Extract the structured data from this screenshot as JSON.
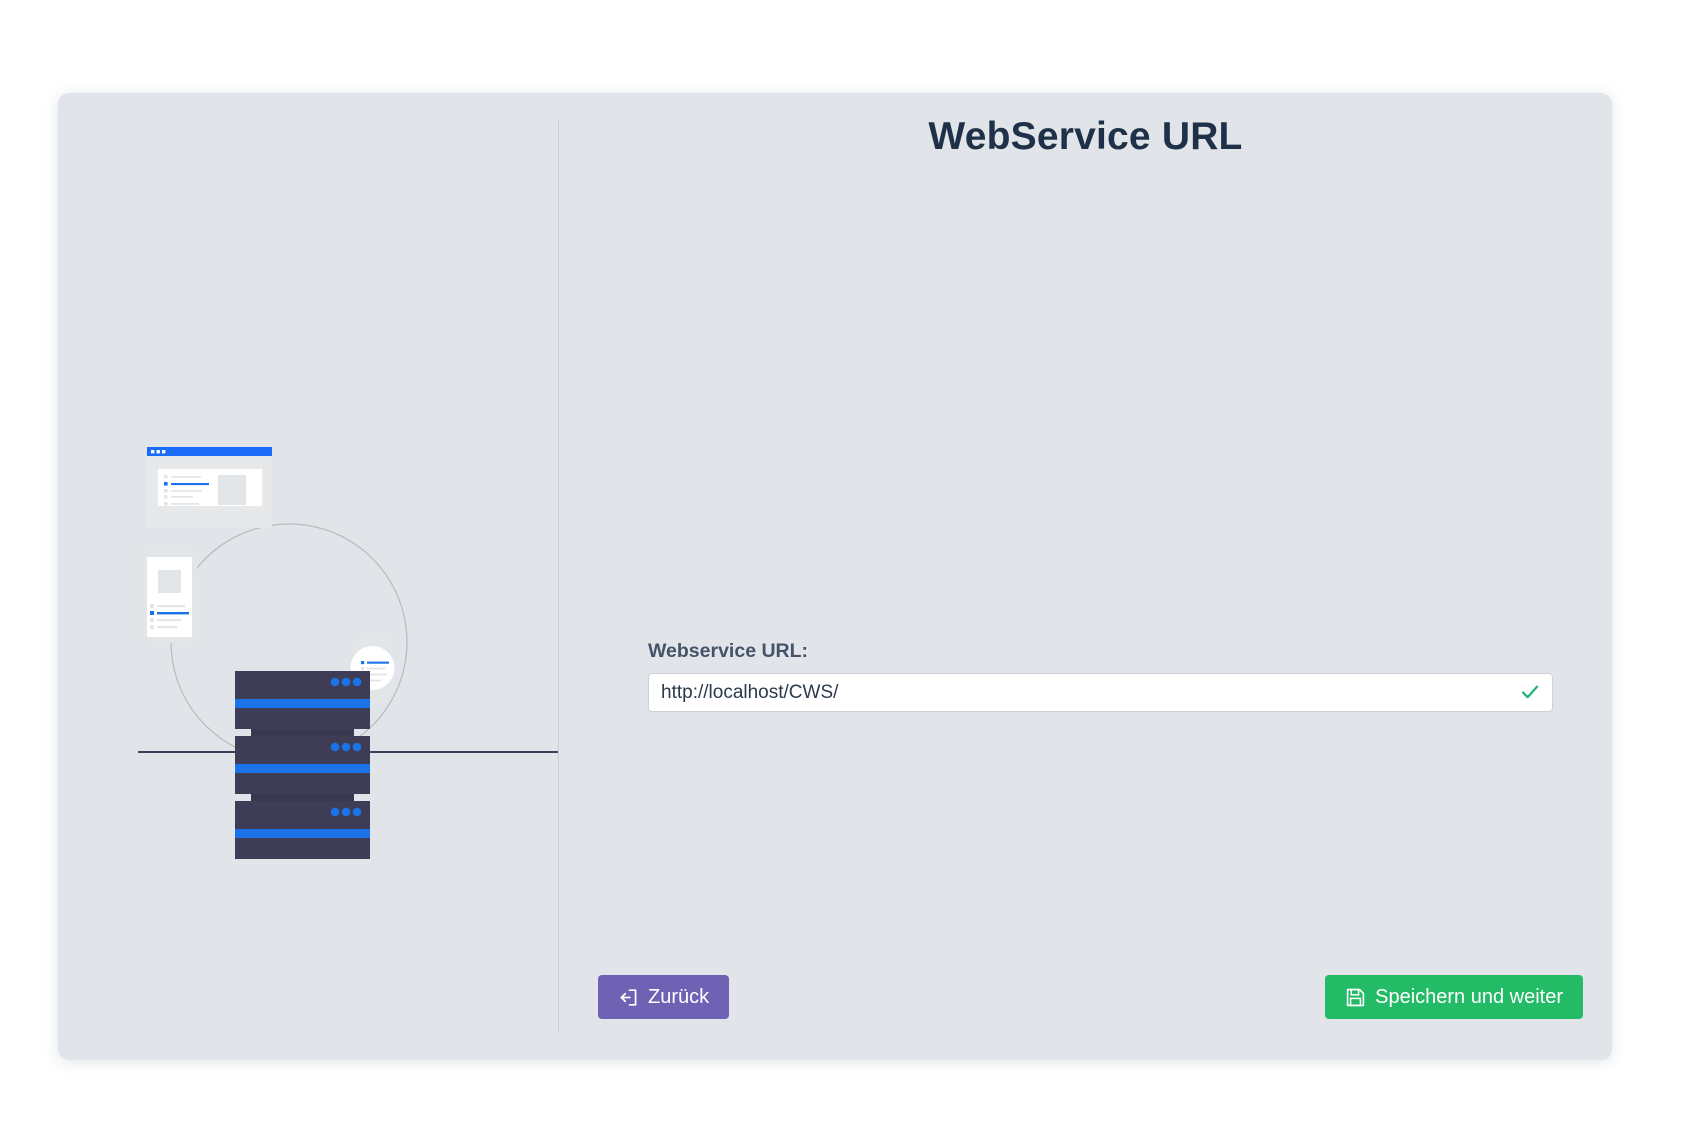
{
  "page": {
    "background_color": "#ffffff",
    "card_background_color": "#e1e5e9"
  },
  "header": {
    "title": "WebService URL",
    "title_color": "#1f3148"
  },
  "form": {
    "url_field": {
      "label": "Webservice URL:",
      "value": "http://localhost/CWS/",
      "placeholder": "http://localhost/CWS/",
      "validation_icon": "check-icon",
      "validation_color": "#21b573",
      "valid": true
    }
  },
  "footer": {
    "back_button": {
      "label": "Zurück",
      "icon": "sign-in-arrow-icon",
      "color": "#6f62b4"
    },
    "save_button": {
      "label": "Speichern und weiter",
      "icon": "floppy-save-icon",
      "color": "#24bb67"
    }
  },
  "illustration": {
    "name": "webservice-network-illustration",
    "alt": "Server rack connected to browser, phone and smartwatch in a circle",
    "colors": {
      "server_body": "#3f3d56",
      "server_stripe": "#1a73e8",
      "device_shell": "#e3e6e9",
      "device_screen": "#ffffff",
      "accent_blue": "#1a73e8",
      "circle_stroke": "#b9bcc0",
      "ground_line": "#3f3d56"
    },
    "devices": [
      "browser-window",
      "smartphone",
      "smartwatch",
      "server-rack"
    ]
  }
}
